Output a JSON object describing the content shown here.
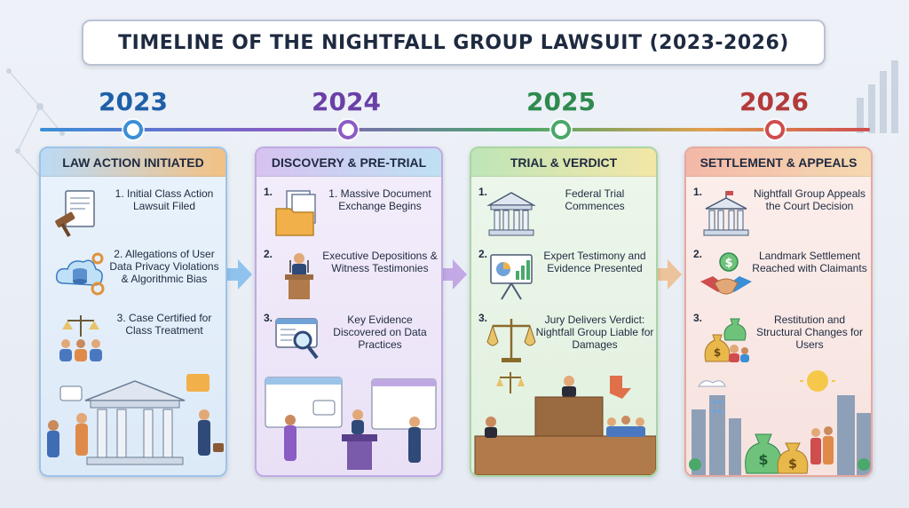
{
  "title": "TIMELINE OF THE NIGHTFALL GROUP LAWSUIT (2023-2026)",
  "colors": {
    "y2023": "#1f5fa8",
    "y2024": "#6a3fa6",
    "y2025": "#2e8a4f",
    "y2026": "#b33a3a"
  },
  "years": [
    "2023",
    "2024",
    "2025",
    "2026"
  ],
  "panels": [
    {
      "header": "LAW ACTION INITIATED",
      "items": [
        {
          "text": "1. Initial Class Action Lawsuit Filed",
          "icon": "gavel-document-icon"
        },
        {
          "text": "2. Allegations of User Data Privacy Violations & Algorithmic Bias",
          "icon": "cloud-database-icon"
        },
        {
          "text": "3. Case Certified for Class Treatment",
          "icon": "scales-people-icon"
        }
      ]
    },
    {
      "header": "DISCOVERY & PRE-TRIAL",
      "items": [
        {
          "num": "1.",
          "text": "1. Massive Document Exchange Begins",
          "icon": "folder-documents-icon"
        },
        {
          "num": "2.",
          "text": "Executive Depositions & Witness Testimonies",
          "icon": "podium-speaker-icon"
        },
        {
          "num": "3.",
          "text": "Key Evidence Discovered on Data Practices",
          "icon": "magnifier-screen-icon"
        }
      ]
    },
    {
      "header": "TRIAL & VERDICT",
      "items": [
        {
          "num": "1.",
          "text": "Federal Trial Commences",
          "icon": "courthouse-icon"
        },
        {
          "num": "2.",
          "text": "Expert Testimony and Evidence Presented",
          "icon": "presentation-chart-icon"
        },
        {
          "num": "3.",
          "text": "Jury Delivers Verdict: Nightfall Group Liable for Damages",
          "icon": "scales-icon"
        }
      ]
    },
    {
      "header": "SETTLEMENT & APPEALS",
      "items": [
        {
          "num": "1.",
          "text": "Nightfall Group Appeals the Court Decision",
          "icon": "courthouse-flag-icon"
        },
        {
          "num": "2.",
          "text": "Landmark Settlement Reached with Claimants",
          "icon": "handshake-money-icon"
        },
        {
          "num": "3.",
          "text": "Restitution and Structural Changes for Users",
          "icon": "money-bags-icon"
        }
      ]
    }
  ]
}
